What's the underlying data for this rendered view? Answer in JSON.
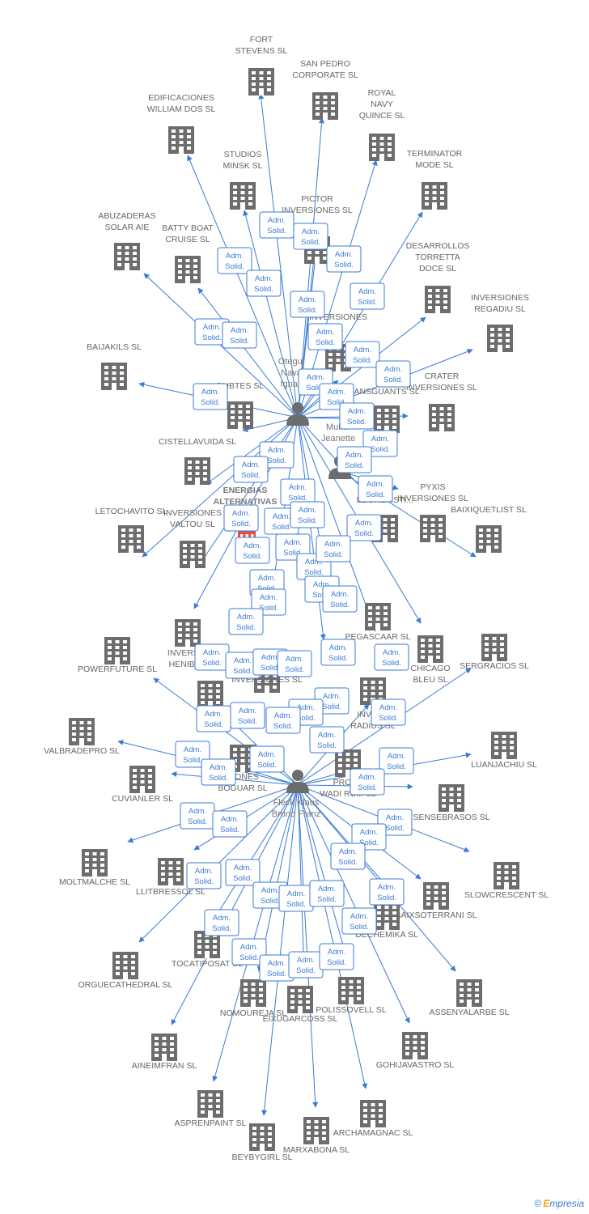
{
  "relation_label": [
    "Adm.",
    "Solid."
  ],
  "persons": [
    {
      "id": "p1",
      "lines": [
        "Otegui",
        "Nava",
        "Ignac"
      ]
    },
    {
      "id": "p2",
      "lines": [
        "Muller",
        "Jeanette"
      ]
    },
    {
      "id": "p3",
      "lines": [
        "Fleck Klaus",
        "Bruno Franz"
      ]
    }
  ],
  "center": {
    "lines": [
      "ENERGIAS",
      "ALTERNATIVAS"
    ],
    "color": "#e74c3c"
  },
  "companies": [
    {
      "id": "c1",
      "lines": [
        "FORT",
        "STEVENS SL"
      ]
    },
    {
      "id": "c2",
      "lines": [
        "SAN PEDRO",
        "CORPORATE SL"
      ]
    },
    {
      "id": "c3",
      "lines": [
        "EDIFICACIONES",
        "WILLIAM DOS SL"
      ]
    },
    {
      "id": "c4",
      "lines": [
        "ROYAL",
        "NAVY",
        "QUINCE SL"
      ]
    },
    {
      "id": "c5",
      "lines": [
        "STUDIOS",
        "MINSK SL"
      ]
    },
    {
      "id": "c6",
      "lines": [
        "TERMINATOR",
        "MODE SL"
      ]
    },
    {
      "id": "c7",
      "lines": [
        "PICTOR",
        "INVERSIONES SL"
      ]
    },
    {
      "id": "c8",
      "lines": [
        "ABUZADERAS",
        "SOLAR AIE"
      ]
    },
    {
      "id": "c9",
      "lines": [
        "BATTY BOAT",
        "CRUISE SL"
      ]
    },
    {
      "id": "c10",
      "lines": [
        "DESARROLLOS",
        "TORRETTA",
        "DOCE SL"
      ]
    },
    {
      "id": "c11",
      "lines": [
        "INVERSIONES",
        "REGADIU SL"
      ]
    },
    {
      "id": "c12",
      "lines": [
        "INVERSIONES",
        "SL"
      ]
    },
    {
      "id": "c13",
      "lines": [
        "BAIJAKILS SL"
      ]
    },
    {
      "id": "c14",
      "lines": [
        "CRATER",
        "INVERSIONES SL"
      ]
    },
    {
      "id": "c15",
      "lines": [
        "DUBTES SL"
      ]
    },
    {
      "id": "c16",
      "lines": [
        "ANSGUANTS SL"
      ]
    },
    {
      "id": "c17",
      "lines": [
        "CISTELLAVUIDA SL"
      ]
    },
    {
      "id": "c18",
      "lines": [
        "PYXIS",
        "INVERSIONES SL"
      ]
    },
    {
      "id": "c19",
      "lines": [
        "LLIBRETISTI..."
      ]
    },
    {
      "id": "c20",
      "lines": [
        "BAIXIQUETLIST SL"
      ]
    },
    {
      "id": "c21",
      "lines": [
        "LETOCHAVITO SL"
      ]
    },
    {
      "id": "c22",
      "lines": [
        "INVERSIONES",
        "VALTOU SL"
      ]
    },
    {
      "id": "c23",
      "lines": [
        "PEGASCAAR SL"
      ]
    },
    {
      "id": "c24",
      "lines": [
        "POWERFUTURE SL"
      ]
    },
    {
      "id": "c25",
      "lines": [
        "INVERSIO",
        "HENIBRA"
      ]
    },
    {
      "id": "c26",
      "lines": [
        "CHICAGO",
        "BLEU SL"
      ]
    },
    {
      "id": "c27",
      "lines": [
        "SERGRACIOS SL"
      ]
    },
    {
      "id": "c28",
      "lines": [
        "INVERSIONES SL"
      ]
    },
    {
      "id": "c29",
      "lines": [
        "E",
        "RE"
      ]
    },
    {
      "id": "c30",
      "lines": [
        "INVERS",
        "RADIUS SL"
      ]
    },
    {
      "id": "c31",
      "lines": [
        "VALBRADEPRO SL"
      ]
    },
    {
      "id": "c32",
      "lines": [
        "SIONES",
        "BOGUAR SL"
      ]
    },
    {
      "id": "c33",
      "lines": [
        "CUVIANLER SL"
      ]
    },
    {
      "id": "c34",
      "lines": [
        "LUANJACHIU SL"
      ]
    },
    {
      "id": "c35",
      "lines": [
        "PROYE",
        "WADI RUM SL"
      ]
    },
    {
      "id": "c36",
      "lines": [
        "SENSEBRASOS SL"
      ]
    },
    {
      "id": "c37",
      "lines": [
        "MOLTMALCHE SL"
      ]
    },
    {
      "id": "c38",
      "lines": [
        "LLITBRESSOL SL"
      ]
    },
    {
      "id": "c39",
      "lines": [
        "SLOWCRESCENT SL"
      ]
    },
    {
      "id": "c40",
      "lines": [
        "BAIXSOTERRANI SL"
      ]
    },
    {
      "id": "c41",
      "lines": [
        "DECHEMIKA SL"
      ]
    },
    {
      "id": "c42",
      "lines": [
        "ORGUECATHEDRAL SL"
      ]
    },
    {
      "id": "c43",
      "lines": [
        "TOCATIPOSAT SL"
      ]
    },
    {
      "id": "c44",
      "lines": [
        "NOMOUREJA SL"
      ]
    },
    {
      "id": "c45",
      "lines": [
        "EIXUGARCOSS SL"
      ]
    },
    {
      "id": "c46",
      "lines": [
        "POLISSOVELL SL"
      ]
    },
    {
      "id": "c47",
      "lines": [
        "ASSENYALARBE SL"
      ]
    },
    {
      "id": "c48",
      "lines": [
        "AINEIMFRAN SL"
      ]
    },
    {
      "id": "c49",
      "lines": [
        "GOHIJAVASTRO SL"
      ]
    },
    {
      "id": "c50",
      "lines": [
        "ASPRENPAINT SL"
      ]
    },
    {
      "id": "c51",
      "lines": [
        "ARCHAMAGNAC SL"
      ]
    },
    {
      "id": "c52",
      "lines": [
        "MARXABONA SL"
      ]
    },
    {
      "id": "c53",
      "lines": [
        "BEYBYGIRL SL"
      ]
    }
  ],
  "footer": {
    "copyright": "©",
    "brand_e": "E",
    "brand_rest": "mpresia"
  },
  "colors": {
    "edge": "#3a7bd5",
    "node": "#6d6d6d",
    "text": "#666666",
    "center": "#e74c3c"
  }
}
